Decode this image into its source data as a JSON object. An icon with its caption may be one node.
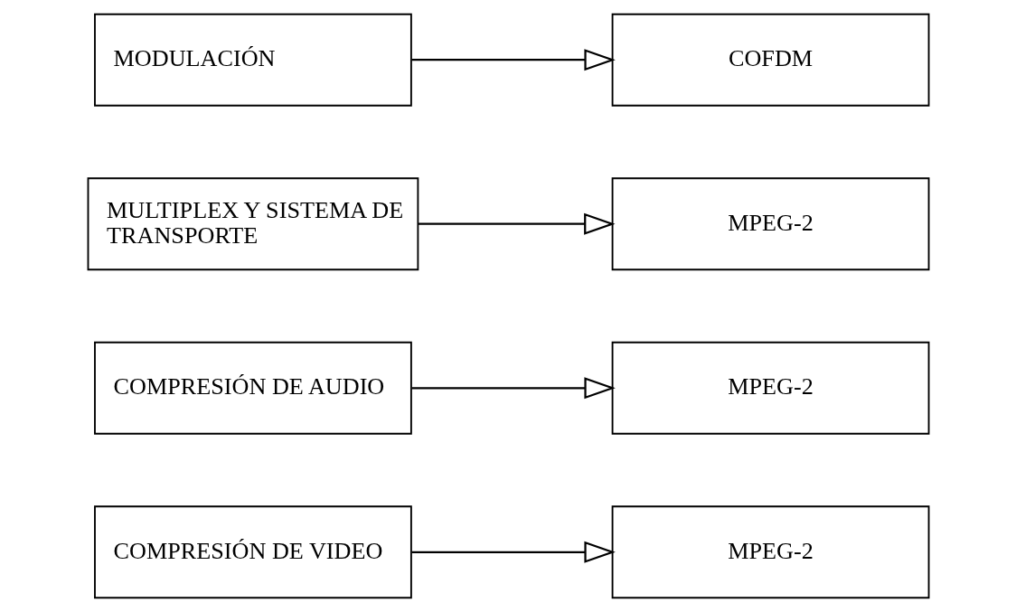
{
  "diagram": {
    "nodes": [
      {
        "text": [
          "COMPRESIÓN DE VIDEO"
        ]
      },
      {
        "text": [
          "MPEG-2"
        ]
      },
      {
        "text": [
          "COMPRESIÓN DE AUDIO"
        ]
      },
      {
        "text": [
          "MPEG-2"
        ]
      },
      {
        "text": [
          "MULTIPLEX Y SISTEMA DE TRANSPORTE"
        ]
      },
      {
        "text": [
          "MPEG-2"
        ]
      },
      {
        "text": [
          "MODULACIÓN"
        ]
      },
      {
        "text": [
          "COFDM"
        ]
      }
    ],
    "edges": [
      {
        "from": 0,
        "to": 1,
        "arrow": "to"
      },
      {
        "from": 2,
        "to": 3,
        "arrow": "to"
      },
      {
        "from": 4,
        "to": 5,
        "arrow": "to"
      },
      {
        "from": 6,
        "to": 7,
        "arrow": "to"
      }
    ]
  }
}
